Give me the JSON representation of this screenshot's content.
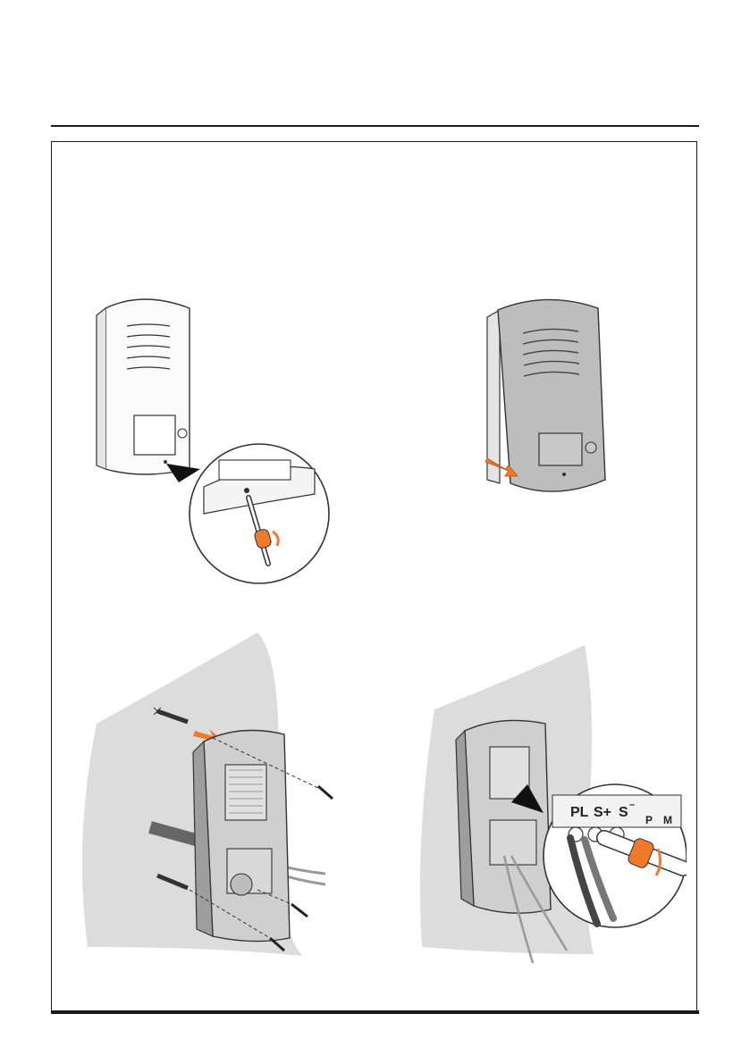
{
  "page": {
    "page_number": ""
  },
  "figures": {
    "terminals": {
      "pl": "PL",
      "s_plus": "S+",
      "s_minus": "S",
      "sup": "–",
      "p": "P",
      "m": "M"
    }
  },
  "colors": {
    "rule": "#1a1a1a",
    "accent": "#f07a2a",
    "wall": "#dcdcdc",
    "device": "#bfbfbf"
  }
}
